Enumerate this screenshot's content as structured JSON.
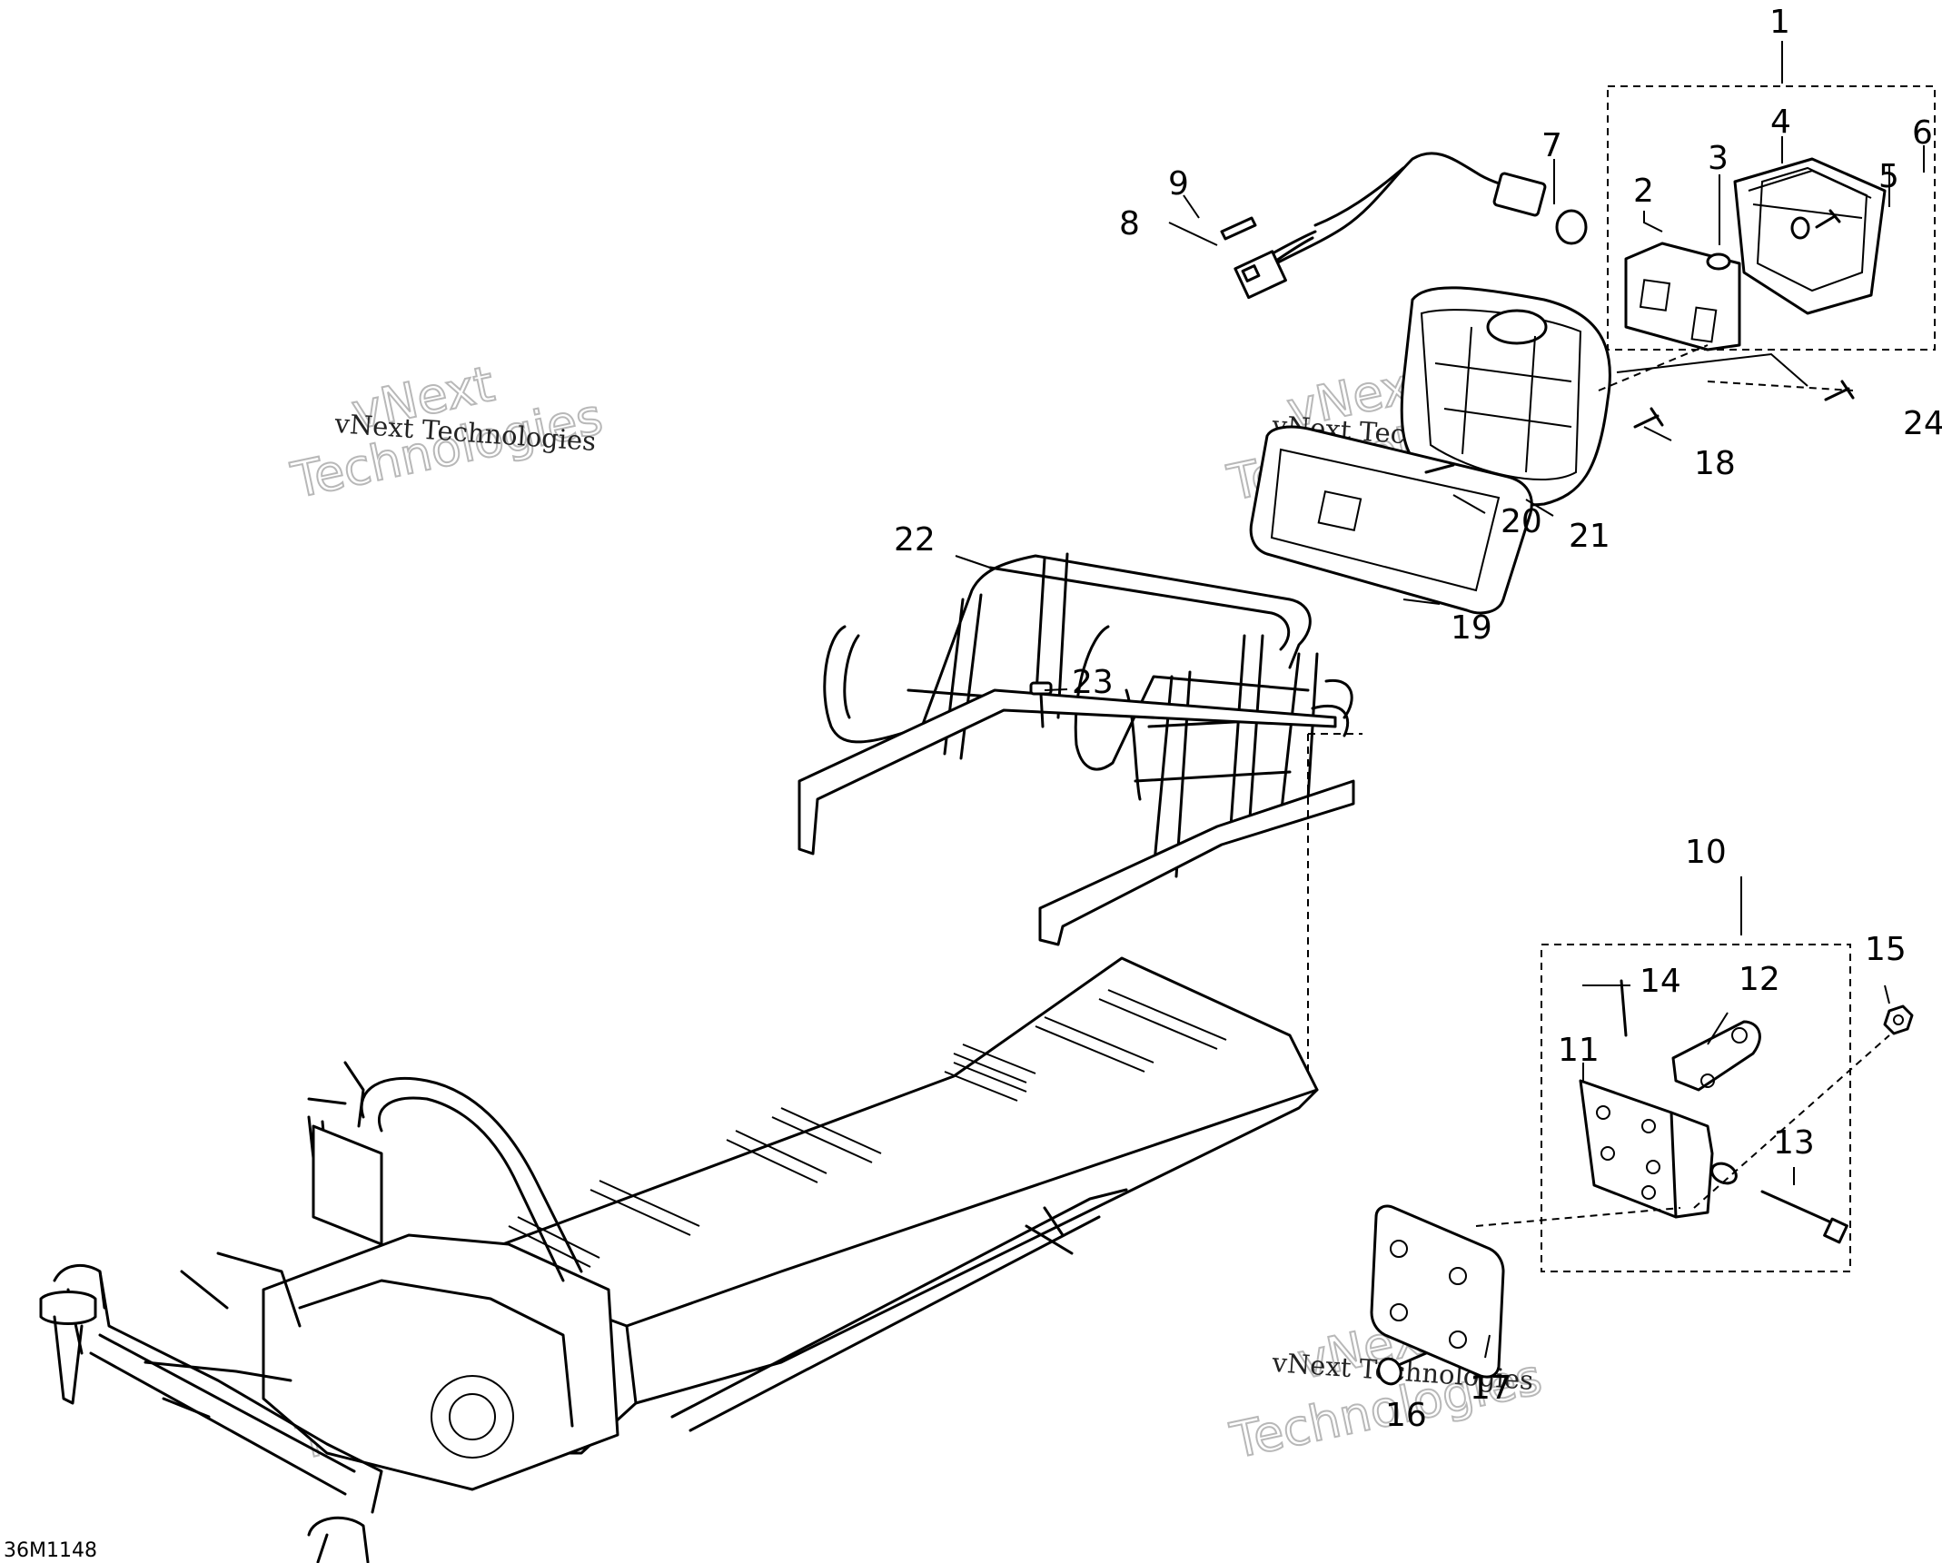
{
  "callouts": [
    {
      "id": "1",
      "label": "1"
    },
    {
      "id": "2",
      "label": "2"
    },
    {
      "id": "3",
      "label": "3"
    },
    {
      "id": "4",
      "label": "4"
    },
    {
      "id": "5",
      "label": "5"
    },
    {
      "id": "6",
      "label": "6"
    },
    {
      "id": "7",
      "label": "7"
    },
    {
      "id": "8",
      "label": "8"
    },
    {
      "id": "9",
      "label": "9"
    },
    {
      "id": "10",
      "label": "10"
    },
    {
      "id": "11",
      "label": "11"
    },
    {
      "id": "12",
      "label": "12"
    },
    {
      "id": "13",
      "label": "13"
    },
    {
      "id": "14",
      "label": "14"
    },
    {
      "id": "15",
      "label": "15"
    },
    {
      "id": "16",
      "label": "16"
    },
    {
      "id": "17",
      "label": "17"
    },
    {
      "id": "18",
      "label": "18"
    },
    {
      "id": "19",
      "label": "19"
    },
    {
      "id": "20",
      "label": "20"
    },
    {
      "id": "21",
      "label": "21"
    },
    {
      "id": "22",
      "label": "22"
    },
    {
      "id": "23",
      "label": "23"
    },
    {
      "id": "24",
      "label": "24"
    }
  ],
  "watermark": {
    "line1": "vNext",
    "line2": "Technologies",
    "small": "vNext Technologies"
  },
  "drawing_ref": "36M1148"
}
